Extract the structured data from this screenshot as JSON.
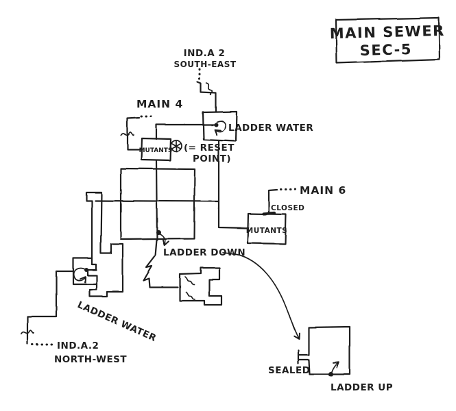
{
  "map": {
    "title": {
      "line1": "MAIN SEWER",
      "line2": "SEC-5"
    },
    "colors": {
      "ink": "#1f1f1f",
      "paper": "#ffffff"
    },
    "labels": {
      "exit_southeast": {
        "line1": "IND.A 2",
        "line2": "SOUTH-EAST"
      },
      "exit_northwest": {
        "line1": "IND.A.2",
        "line2": "NORTH-WEST"
      },
      "exit_main4": "MAIN 4",
      "exit_main6": "MAIN 6",
      "ladder_water_top": "LADDER WATER",
      "ladder_water_bottom": "LADDER WATER",
      "ladder_down": "LADDER DOWN",
      "ladder_up": "LADDER UP",
      "mutants_top": "MUTANTS",
      "mutants_right": "MUTANTS",
      "closed": "CLOSED",
      "sealed": "SEALED",
      "reset_note": {
        "line1": "(= RESET",
        "line2": "POINT)"
      }
    }
  }
}
